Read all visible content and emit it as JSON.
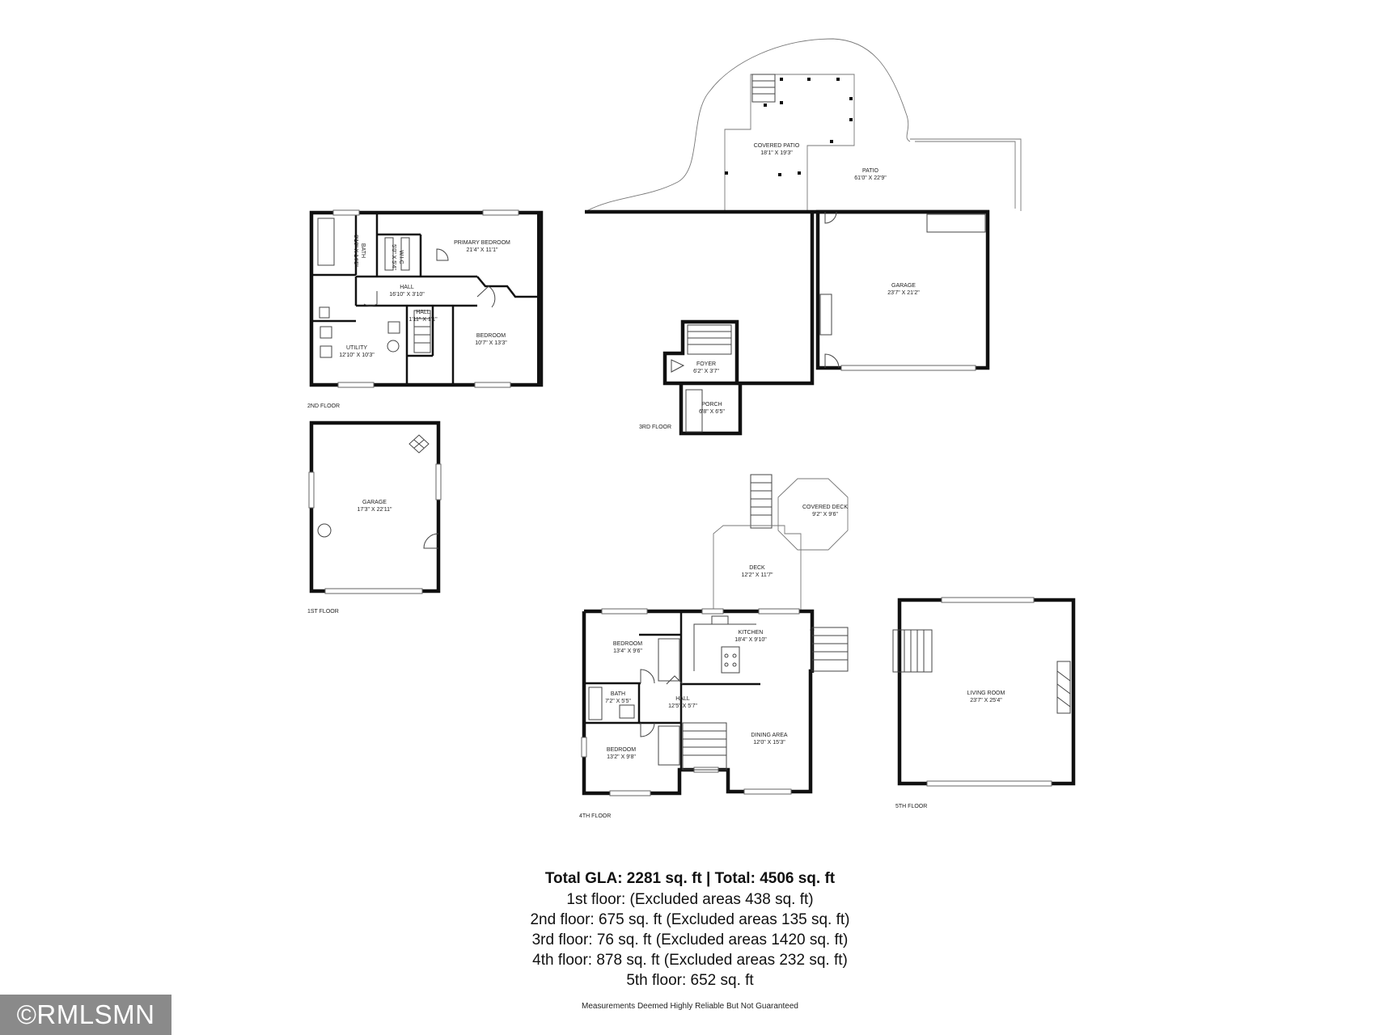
{
  "floors": {
    "first": {
      "label": "1ST FLOOR",
      "rooms": [
        {
          "name": "GARAGE",
          "dims": "17'3\" X 22'11\""
        }
      ]
    },
    "second": {
      "label": "2ND FLOOR",
      "rooms": [
        {
          "name": "PRIMARY BEDROOM",
          "dims": "21'4\" X 11'1\""
        },
        {
          "name": "BATH",
          "dims": "8'10\" X 14'5\""
        },
        {
          "name": "W.I.C",
          "dims": "5'0\" X 5'4\""
        },
        {
          "name": "HALL",
          "dims": "16'10\" X 3'10\""
        },
        {
          "name": "HALL",
          "dims": "1'11\" X 1'1\""
        },
        {
          "name": "UTILITY",
          "dims": "12'10\" X 10'3\""
        },
        {
          "name": "BEDROOM",
          "dims": "10'7\" X 13'3\""
        }
      ]
    },
    "third": {
      "label": "3RD FLOOR",
      "rooms": [
        {
          "name": "COVERED PATIO",
          "dims": "18'1\" X 19'3\""
        },
        {
          "name": "PATIO",
          "dims": "61'0\" X 22'9\""
        },
        {
          "name": "GARAGE",
          "dims": "23'7\" X 21'2\""
        },
        {
          "name": "FOYER",
          "dims": "6'2\" X 3'7\""
        },
        {
          "name": "PORCH",
          "dims": "6'8\" X 6'5\""
        }
      ]
    },
    "fourth": {
      "label": "4TH FLOOR",
      "rooms": [
        {
          "name": "COVERED DECK",
          "dims": "9'2\" X 9'6\""
        },
        {
          "name": "DECK",
          "dims": "12'2\" X 11'7\""
        },
        {
          "name": "KITCHEN",
          "dims": "18'4\" X 9'10\""
        },
        {
          "name": "BEDROOM",
          "dims": "13'4\" X 9'6\""
        },
        {
          "name": "BATH",
          "dims": "7'2\" X 5'5\""
        },
        {
          "name": "HALL",
          "dims": "12'5\" X 5'7\""
        },
        {
          "name": "DINING AREA",
          "dims": "12'0\" X 15'3\""
        },
        {
          "name": "BEDROOM",
          "dims": "13'2\" X 9'8\""
        }
      ]
    },
    "fifth": {
      "label": "5TH FLOOR",
      "rooms": [
        {
          "name": "LIVING ROOM",
          "dims": "23'7\" X 25'4\""
        }
      ]
    }
  },
  "summary": {
    "total": "Total GLA: 2281 sq. ft | Total: 4506 sq. ft",
    "lines": [
      "1st floor: (Excluded areas 438 sq. ft)",
      "2nd floor: 675 sq. ft (Excluded areas 135 sq. ft)",
      "3rd floor: 76 sq. ft (Excluded areas 1420 sq. ft)",
      "4th floor: 878 sq. ft (Excluded areas 232 sq. ft)",
      "5th floor: 652 sq. ft"
    ]
  },
  "disclaimer": "Measurements Deemed Highly Reliable But Not Guaranteed",
  "watermark": "©RMLSMN"
}
